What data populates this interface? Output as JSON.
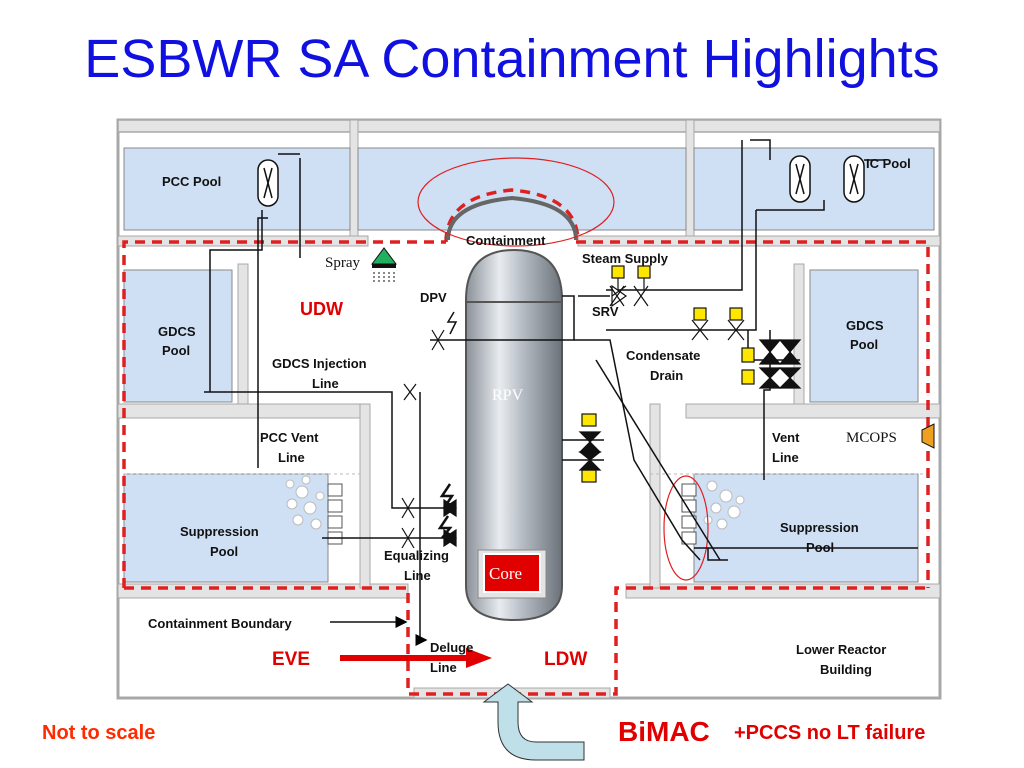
{
  "title": "ESBWR SA Containment Highlights",
  "labels": {
    "pcc_pool": "PCC Pool",
    "ic_pool": "IC Pool",
    "containment": "Containment",
    "spray": "Spray",
    "steam_supply": "Steam Supply",
    "udw": "UDW",
    "dpv": "DPV",
    "srv": "SRV",
    "gdcs_pool_left_1": "GDCS",
    "gdcs_pool_left_2": "Pool",
    "gdcs_pool_right_1": "GDCS",
    "gdcs_pool_right_2": "Pool",
    "condensate_drain_1": "Condensate",
    "condensate_drain_2": "Drain",
    "gdcs_injection_1": "GDCS Injection",
    "gdcs_injection_2": "Line",
    "rpv": "RPV",
    "pcc_vent_1": "PCC Vent",
    "pcc_vent_2": "Line",
    "vent_line_1": "Vent",
    "vent_line_2": "Line",
    "mcops": "MCOPS",
    "suppression_left_1": "Suppression",
    "suppression_left_2": "Pool",
    "suppression_right_1": "Suppression",
    "suppression_right_2": "Pool",
    "equalizing_1": "Equalizing",
    "equalizing_2": "Line",
    "core": "Core",
    "containment_boundary": "Containment Boundary",
    "deluge_1": "Deluge",
    "deluge_2": "Line",
    "lower_reactor_1": "Lower Reactor",
    "lower_reactor_2": "Building",
    "eve": "EVE",
    "ldw": "LDW"
  },
  "footer": {
    "note": "Not to scale",
    "bimac": "BiMAC",
    "pccs": "+PCCS no LT failure"
  },
  "colors": {
    "title": "#1010e0",
    "pool": "#cfe0f5",
    "boundary": "#e02020",
    "valve_yellow": "#ffe600",
    "arrow_fill": "#bfe0e8"
  }
}
